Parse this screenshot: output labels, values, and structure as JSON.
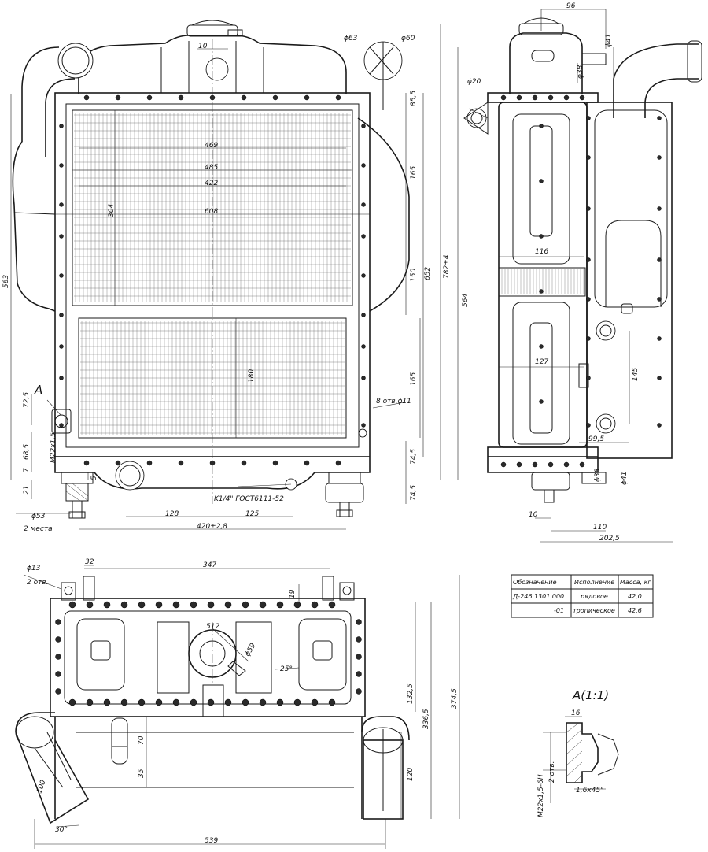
{
  "front_view": {
    "dims_horizontal": {
      "d_469": "469",
      "d_485": "485",
      "d_422": "422",
      "d_608": "608",
      "d_128": "128",
      "d_125": "125",
      "d_420": "420±2,8",
      "d_10": "10"
    },
    "dims_vertical": {
      "d_563": "563",
      "d_304": "304",
      "d_855": "85,5",
      "d_165a": "165",
      "d_150": "150",
      "d_652": "652",
      "d_782": "782±4",
      "d_180": "180",
      "d_165b": "165",
      "d_745a": "74,5",
      "d_745b": "74,5",
      "d_725": "72,5",
      "d_685": "68,5",
      "d_7": "7",
      "d_21": "21",
      "d_564": "564",
      "d_5": "5"
    },
    "diameters": {
      "phi63": "ϕ63",
      "phi60": "ϕ60",
      "phi53": "ϕ53"
    },
    "callouts": {
      "thread_m22": "M22x1,5",
      "holes_8": "8 отв.ϕ11",
      "plug_k": "K1/4\" ГОСТ6111-52",
      "two_places": "2 места",
      "view_a": "A"
    }
  },
  "side_view": {
    "dims": {
      "d_96": "96",
      "phi41a": "ϕ41",
      "phi38a": "ϕ38",
      "phi20": "ϕ20",
      "d_116": "116",
      "d_127": "127",
      "d_145": "145",
      "d_995": "99,5",
      "phi38b": "ϕ38",
      "phi41b": "ϕ41",
      "d_10": "10",
      "d_110": "110",
      "d_2025": "202,5"
    }
  },
  "top_view": {
    "dims": {
      "phi13": "ϕ13",
      "two_holes": "2 отв.",
      "d_32": "32",
      "d_347": "347",
      "d_19": "19",
      "d_512": "512",
      "phi59": "ϕ59",
      "ang25": "25°",
      "d_1325": "132,5",
      "d_3365": "336,5",
      "d_3745": "374,5",
      "d_70": "70",
      "d_35": "35",
      "d_120": "120",
      "d_100": "100",
      "ang30": "30°",
      "d_539": "539"
    }
  },
  "detail": {
    "title": "A(1:1)",
    "d_16": "16",
    "thread": "M22x1,5-6H",
    "two_holes": "2 отв.",
    "chamfer": "1,6x45°"
  },
  "spec_table": {
    "headers": [
      "Обозначение",
      "Исполнение",
      "Масса, кг"
    ],
    "rows": [
      [
        "Д-246.1301.000",
        "рядовое",
        "42,0"
      ],
      [
        "-01",
        "тропическое",
        "42,6"
      ]
    ]
  }
}
